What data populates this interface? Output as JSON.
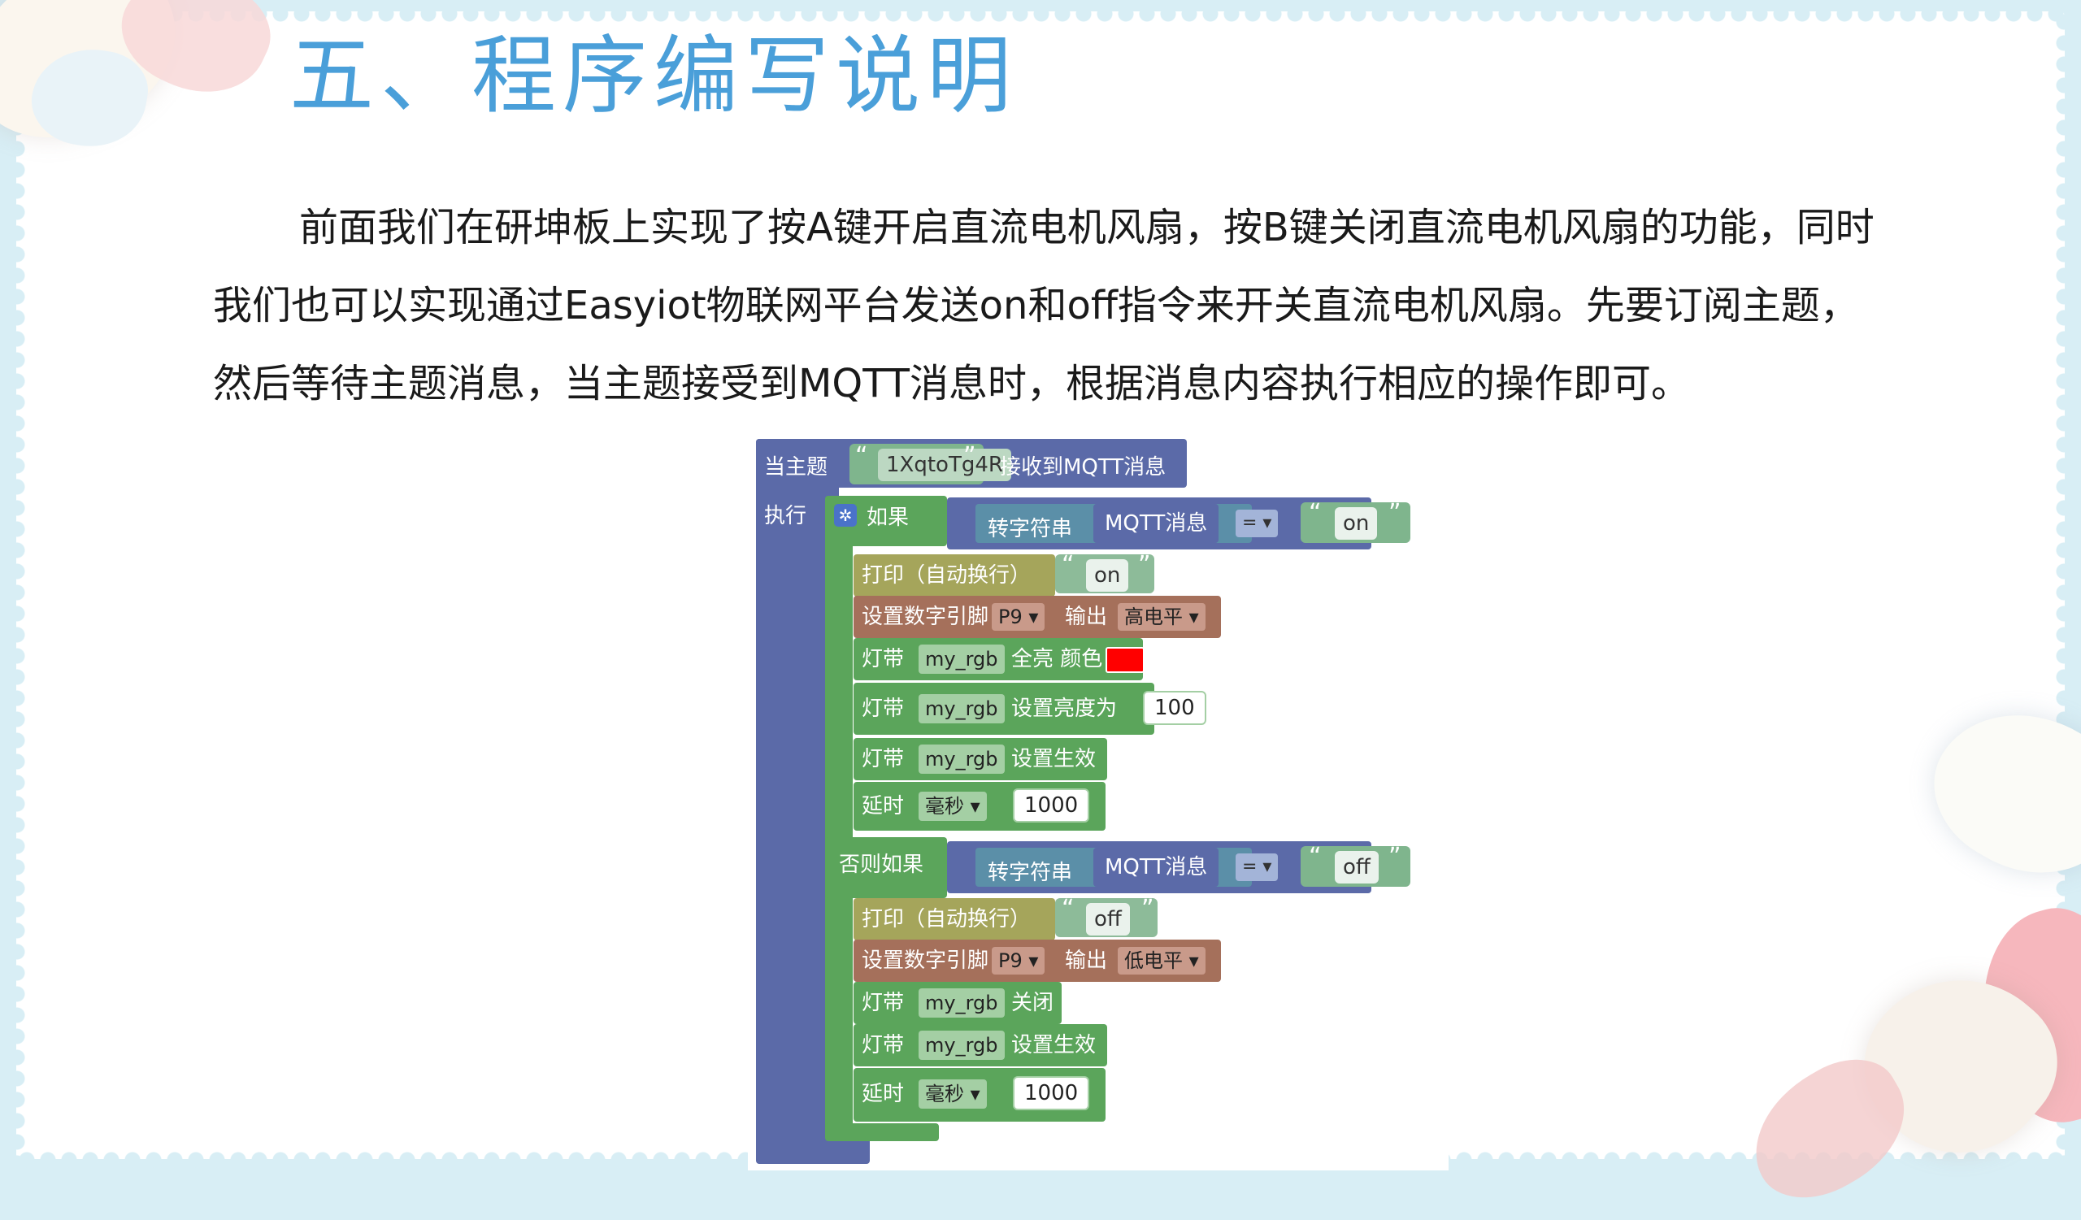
{
  "slide": {
    "title": "五、程序编写说明",
    "paragraph": [
      "前面我们在研坤板上实现了按A键开启直流电机风扇，按B键关闭直流电机风扇的功能，同时",
      "我们也可以实现通过Easyiot物联网平台发送on和off指令来开关直流电机风扇。先要订阅主题，",
      "然后等待主题消息，当主题接受到MQTT消息时，根据消息内容执行相应的操作即可。"
    ]
  },
  "blocks": {
    "hat": {
      "prefix": "当主题",
      "topic": "1XqtoTg4R",
      "suffix": "接收到MQTT消息"
    },
    "exec_label": "执行",
    "if_label": "如果",
    "elseif_label": "否则如果",
    "to_string": "转字符串",
    "mqtt_msg": "MQTT消息",
    "eq": "= ▾",
    "open_quote": "“",
    "close_quote": "”",
    "cond1_value": "on",
    "cond2_value": "off",
    "branch1": {
      "print_label": "打印（自动换行）",
      "print_value": "on",
      "pin_label": "设置数字引脚",
      "pin": "P9 ▾",
      "output_label": "输出",
      "level": "高电平 ▾",
      "strip": "灯带",
      "rgb": "my_rgb",
      "all_on": "全亮 颜色",
      "set_brightness": "设置亮度为",
      "brightness": "100",
      "apply": "设置生效",
      "delay_label": "延时",
      "delay_unit": "毫秒 ▾",
      "delay_value": "1000"
    },
    "branch2": {
      "print_label": "打印（自动换行）",
      "print_value": "off",
      "pin_label": "设置数字引脚",
      "pin": "P9 ▾",
      "output_label": "输出",
      "level": "低电平 ▾",
      "strip": "灯带",
      "rgb": "my_rgb",
      "off": "关闭",
      "apply": "设置生效",
      "delay_label": "延时",
      "delay_unit": "毫秒 ▾",
      "delay_value": "1000"
    },
    "colors": {
      "event": "#5b6aa8",
      "logic": "#5ba55b",
      "text": "#a5a55b",
      "pin": "#a5705b",
      "swatch": "#ff0000"
    }
  }
}
